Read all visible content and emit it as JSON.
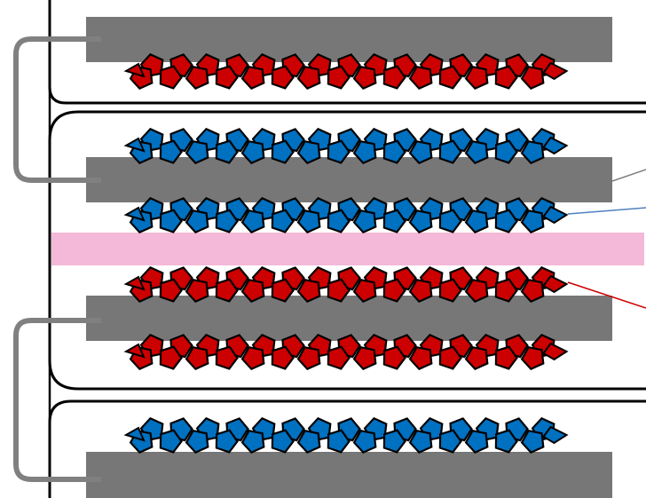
{
  "colors": {
    "background": "#ffffff",
    "outline": "#000000",
    "plate": "#777777",
    "connector": "#808080",
    "red_fiber": "#cc0000",
    "blue_fiber": "#0070c0",
    "interlayer": "#f4b8d8",
    "leader_gray": "#808080",
    "leader_blue": "#4f81bd",
    "leader_red": "#cc0000"
  },
  "plates": [
    {
      "id": "plate-1"
    },
    {
      "id": "plate-2"
    },
    {
      "id": "plate-3"
    },
    {
      "id": "plate-4"
    }
  ],
  "fiber_rows": [
    {
      "color": "red",
      "kind": "bottom"
    },
    {
      "color": "blue",
      "kind": "top"
    },
    {
      "color": "blue",
      "kind": "bottom"
    },
    {
      "color": "red",
      "kind": "top"
    },
    {
      "color": "red",
      "kind": "bottom"
    },
    {
      "color": "blue",
      "kind": "top"
    }
  ],
  "connectors": [
    {
      "id": "connector-left-upper"
    },
    {
      "id": "connector-left-lower"
    }
  ],
  "leader_lines": [
    {
      "id": "leader-plate",
      "color": "gray"
    },
    {
      "id": "leader-blue-fibers",
      "color": "blue"
    },
    {
      "id": "leader-red-fibers",
      "color": "red"
    }
  ]
}
